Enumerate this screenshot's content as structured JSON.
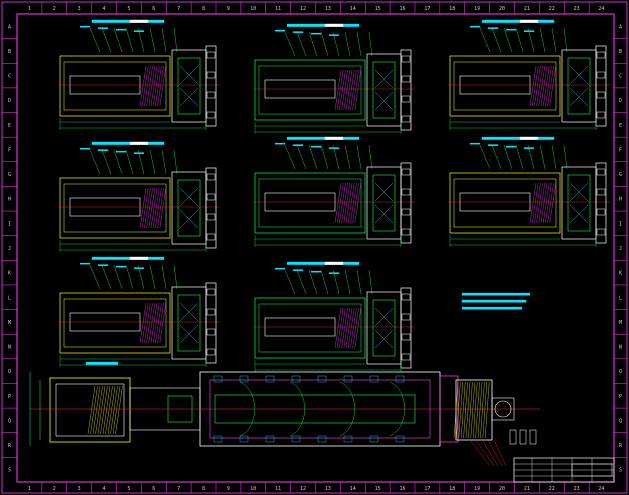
{
  "drawing": {
    "top_ruler_labels": [
      "1",
      "2",
      "3",
      "4",
      "5",
      "6",
      "7",
      "8",
      "9",
      "10",
      "11",
      "12",
      "13",
      "14",
      "15",
      "16",
      "17",
      "18",
      "19",
      "20",
      "21",
      "22",
      "23",
      "24"
    ],
    "side_ruler_labels": [
      "A",
      "B",
      "C",
      "D",
      "E",
      "F",
      "G",
      "H",
      "I",
      "J",
      "K",
      "L",
      "M",
      "N",
      "O",
      "P",
      "Q",
      "R",
      "S"
    ],
    "colors": {
      "background": "#000000",
      "frame": "#ff3cff",
      "outline": "#ffffff",
      "green": "#00ff5a",
      "cyan": "#00e5ff",
      "yellow": "#ffff00",
      "red": "#ff2a2a",
      "magenta": "#ff44ff"
    },
    "views": [
      {
        "id": "view-1",
        "style": "yellow"
      },
      {
        "id": "view-2",
        "style": "green"
      },
      {
        "id": "view-3",
        "style": "yellow"
      },
      {
        "id": "view-4",
        "style": "yellow"
      },
      {
        "id": "view-5",
        "style": "green"
      },
      {
        "id": "view-6",
        "style": "yellow"
      },
      {
        "id": "view-7",
        "style": "yellow"
      },
      {
        "id": "view-8",
        "style": "green"
      }
    ],
    "legend_lines": 3,
    "title_block_rows": 4
  }
}
